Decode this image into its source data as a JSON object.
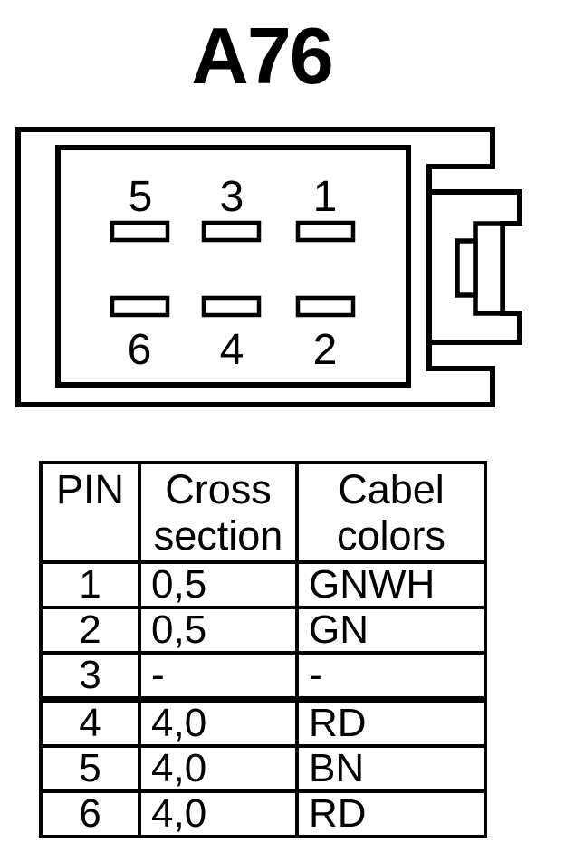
{
  "title": "A76",
  "colors": {
    "ink": "#000000",
    "paper": "#ffffff"
  },
  "connector": {
    "pin_labels_top": [
      "5",
      "3",
      "1"
    ],
    "pin_labels_bottom": [
      "6",
      "4",
      "2"
    ]
  },
  "table": {
    "headers": [
      "PIN",
      "Cross section",
      "Cabel colors"
    ],
    "rows": [
      [
        "1",
        "0,5",
        "GNWH"
      ],
      [
        "2",
        "0,5",
        "GN"
      ],
      [
        "3",
        "-",
        "-"
      ],
      [
        "4",
        "4,0",
        "RD"
      ],
      [
        "5",
        "4,0",
        "BN"
      ],
      [
        "6",
        "4,0",
        "RD"
      ]
    ]
  }
}
